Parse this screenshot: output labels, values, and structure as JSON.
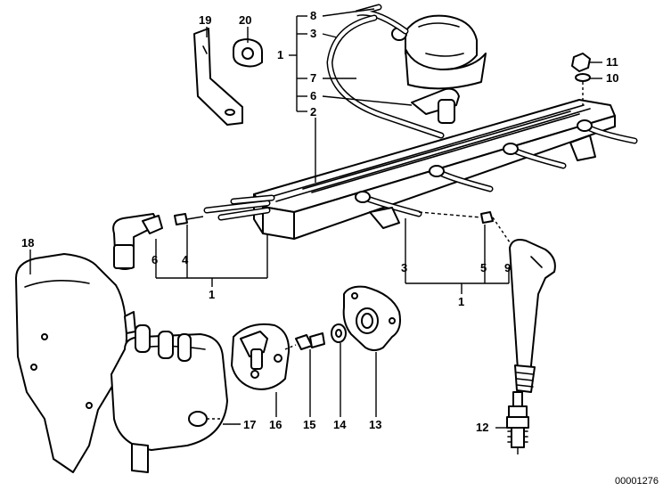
{
  "diagram": {
    "catalog_code": "00001276",
    "callouts": [
      {
        "id": "c8a",
        "text": "8"
      },
      {
        "id": "c3a",
        "text": "3"
      },
      {
        "id": "c1a",
        "text": "1"
      },
      {
        "id": "c7a",
        "text": "7"
      },
      {
        "id": "c6a",
        "text": "6"
      },
      {
        "id": "c2a",
        "text": "2"
      },
      {
        "id": "c19",
        "text": "19"
      },
      {
        "id": "c20",
        "text": "20"
      },
      {
        "id": "c11",
        "text": "11"
      },
      {
        "id": "c10",
        "text": "10"
      },
      {
        "id": "c18",
        "text": "18"
      },
      {
        "id": "c6b",
        "text": "6"
      },
      {
        "id": "c4",
        "text": "4"
      },
      {
        "id": "c1b",
        "text": "1"
      },
      {
        "id": "c3b",
        "text": "3"
      },
      {
        "id": "c5",
        "text": "5"
      },
      {
        "id": "c9",
        "text": "9"
      },
      {
        "id": "c1c",
        "text": "1"
      },
      {
        "id": "c16",
        "text": "16"
      },
      {
        "id": "c15",
        "text": "15"
      },
      {
        "id": "c14",
        "text": "14"
      },
      {
        "id": "c13",
        "text": "13"
      },
      {
        "id": "c17",
        "text": "17"
      },
      {
        "id": "c12",
        "text": "12"
      }
    ]
  }
}
